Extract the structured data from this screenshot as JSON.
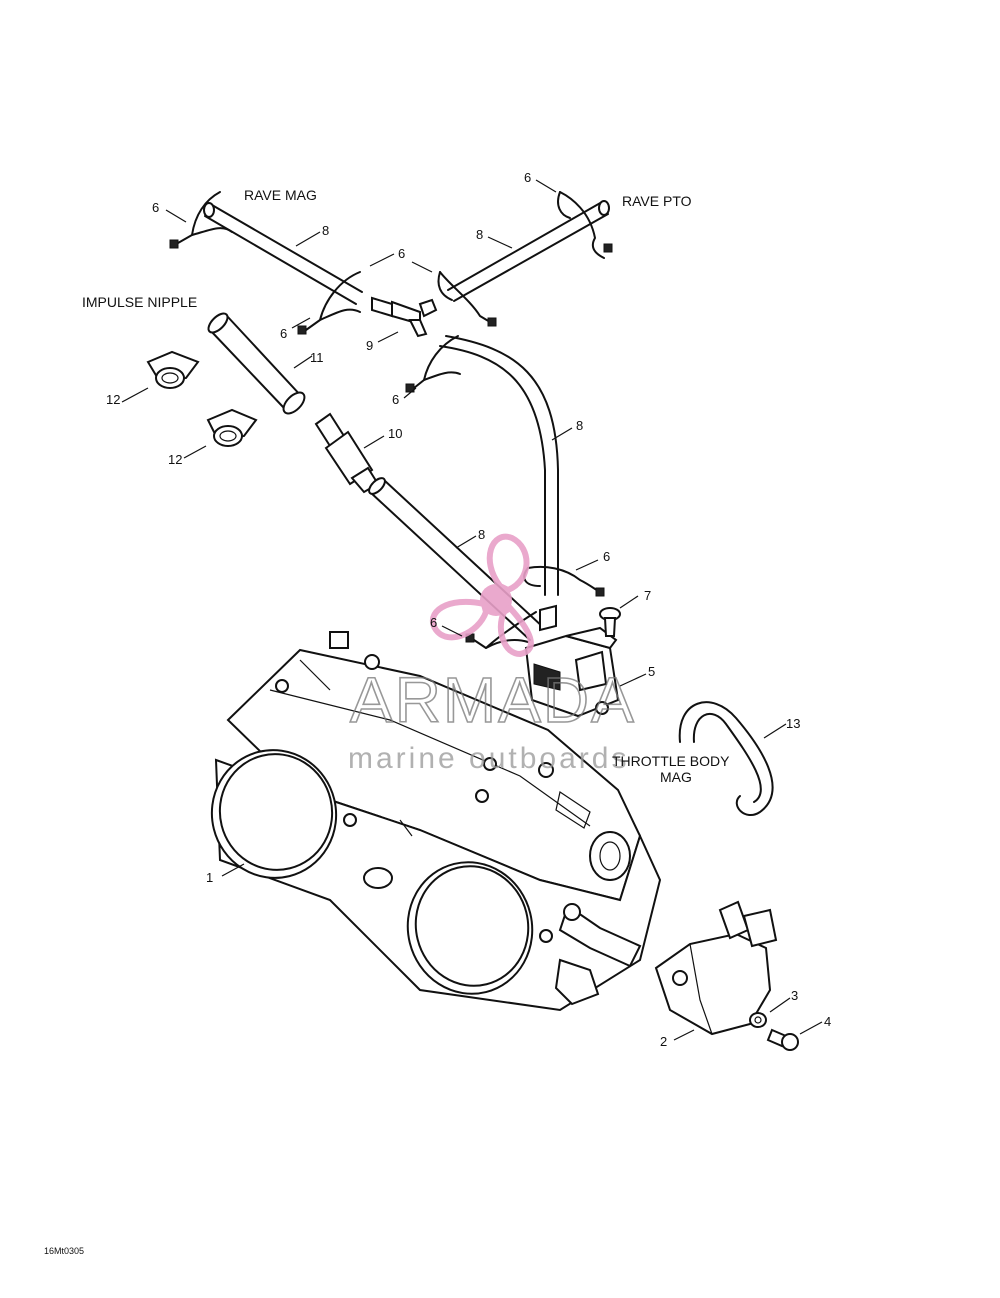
{
  "labels": {
    "rave_mag": "RAVE MAG",
    "rave_pto": "RAVE PTO",
    "impulse_nipple": "IMPULSE NIPPLE",
    "throttle_body_line1": "THROTTLE BODY",
    "throttle_body_line2": "MAG"
  },
  "callouts": {
    "c1": "1",
    "c2": "2",
    "c3": "3",
    "c4": "4",
    "c5": "5",
    "c6a": "6",
    "c6b": "6",
    "c6c": "6",
    "c6d": "6",
    "c6e": "6",
    "c6f": "6",
    "c6g": "6",
    "c7": "7",
    "c8a": "8",
    "c8b": "8",
    "c8c": "8",
    "c8d": "8",
    "c9": "9",
    "c10": "10",
    "c11": "11",
    "c12a": "12",
    "c12b": "12",
    "c13": "13"
  },
  "watermark": {
    "brand": "ARMADA",
    "tagline": "marine outboards",
    "color": "#e8a0c8"
  },
  "figure_code": "16Mt0305"
}
